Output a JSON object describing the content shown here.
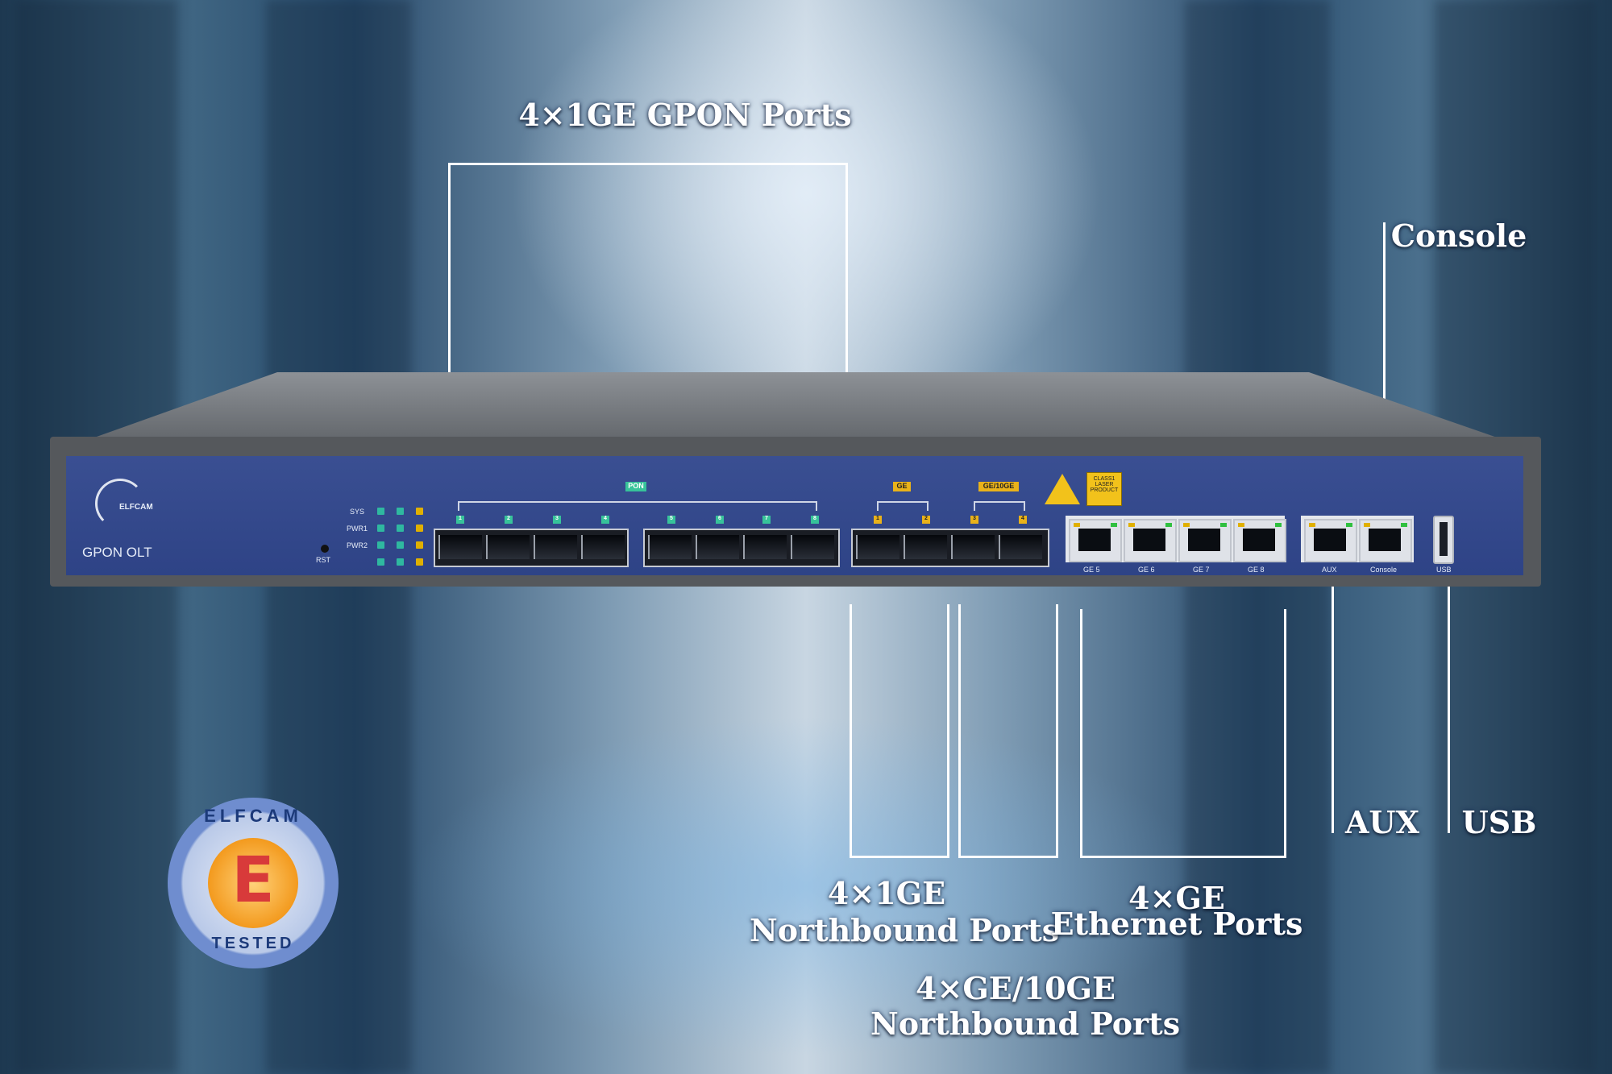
{
  "labels": {
    "gpon_ports": "4×1GE GPON Ports",
    "console": "Console",
    "aux": "AUX",
    "usb": "USB",
    "northbound_1ge_line1": "4×1GE",
    "northbound_1ge_line2": "Northbound Ports",
    "ethernet_line1": "4×GE",
    "ethernet_line2": "Ethernet Ports",
    "northbound_10ge_line1": "4×GE/10GE",
    "northbound_10ge_line2": "Northbound Ports"
  },
  "device": {
    "brand": "ELFCAM",
    "model": "GPON OLT",
    "reset": "RST",
    "status_leds": [
      "SYS",
      "PWR1",
      "PWR2"
    ],
    "pon_tag": "PON",
    "ge_tag": "GE",
    "ge10_tag": "GE/10GE",
    "pon_numbers": [
      "1",
      "2",
      "3",
      "4",
      "5",
      "6",
      "7",
      "8"
    ],
    "ge_numbers": [
      "1",
      "2"
    ],
    "ge10_numbers": [
      "3",
      "4"
    ],
    "rj45_ports": [
      "GE 5",
      "GE 6",
      "GE 7",
      "GE 8"
    ],
    "mgmt_ports": [
      "AUX",
      "Console"
    ],
    "usb_port": "USB",
    "laser_warning": [
      "CLASS1",
      "LASER",
      "PRODUCT"
    ]
  },
  "badge": {
    "top_text": "ELFCAM",
    "bottom_text": "TESTED",
    "letter": "E"
  }
}
